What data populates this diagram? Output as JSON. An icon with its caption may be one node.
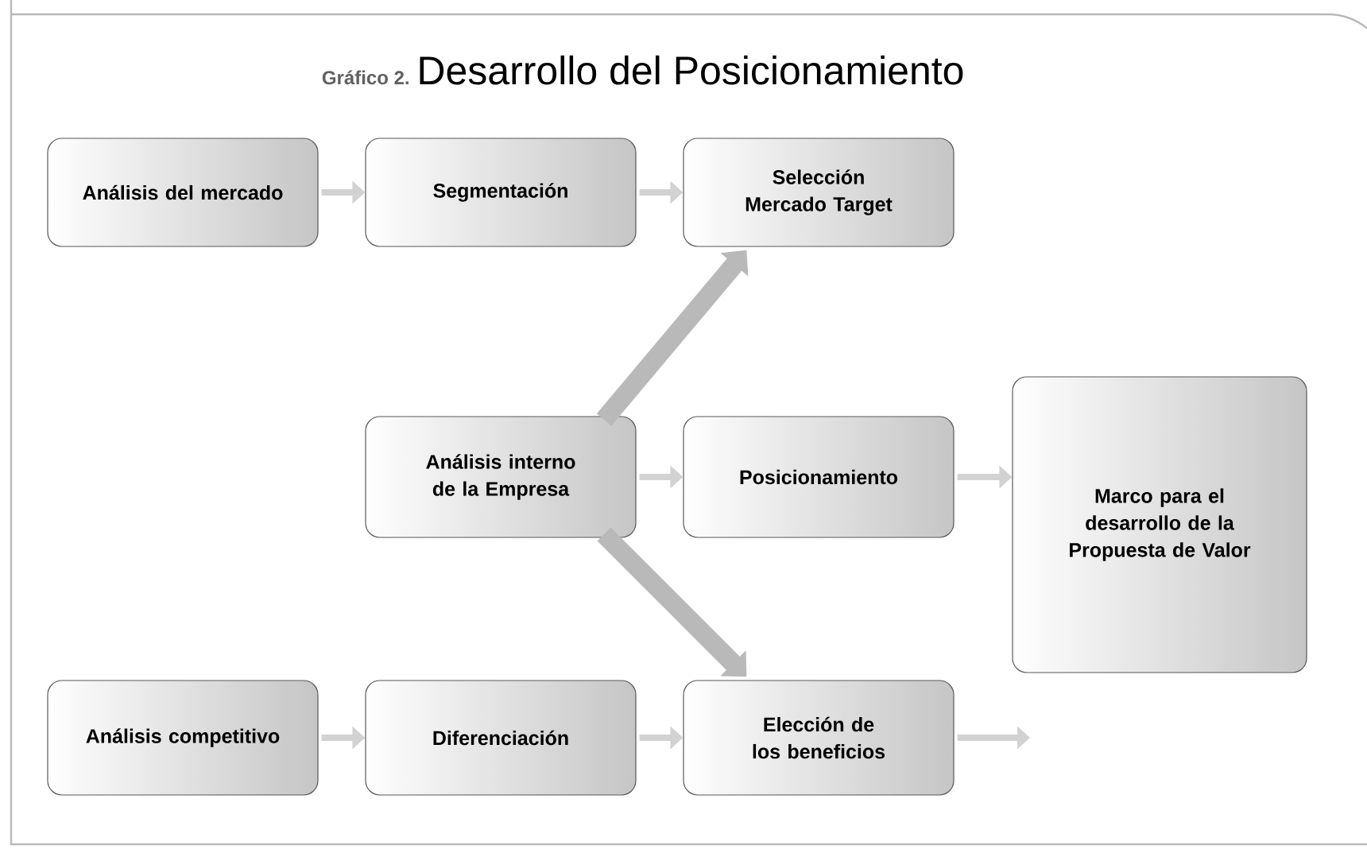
{
  "diagram": {
    "title": "Desarrollo del Posicionamiento",
    "nodes": [
      {
        "text": [
          "Análisis del mercado"
        ]
      },
      {
        "text": [
          "Segmentación"
        ]
      },
      {
        "text": [
          "Selección Mercado Target"
        ]
      },
      {
        "text": [
          "Análisis interno de la Empresa"
        ]
      },
      {
        "text": [
          "Posicionamiento"
        ]
      },
      {
        "text": [
          "Marco para el desarrollo de la Propuesta de Valor"
        ]
      },
      {
        "text": [
          "Análisis competitivo"
        ]
      },
      {
        "text": [
          "Diferenciación"
        ]
      },
      {
        "text": [
          "Elección de los beneficios"
        ]
      }
    ],
    "edges": [
      {
        "from": 0,
        "to": 1,
        "arrow": "to"
      },
      {
        "from": 1,
        "to": 2,
        "arrow": "to"
      },
      {
        "from": 3,
        "to": 2,
        "arrow": "to",
        "style": "thick"
      },
      {
        "from": 3,
        "to": 4,
        "arrow": "to"
      },
      {
        "from": 3,
        "to": 8,
        "arrow": "to",
        "style": "thick"
      },
      {
        "from": 4,
        "to": 5,
        "arrow": "to"
      },
      {
        "from": 6,
        "to": 7,
        "arrow": "to"
      },
      {
        "from": 7,
        "to": 8,
        "arrow": "to"
      },
      {
        "from": 8,
        "to": null,
        "arrow": "to"
      }
    ],
    "labels": [
      "Gráfico 2."
    ]
  }
}
